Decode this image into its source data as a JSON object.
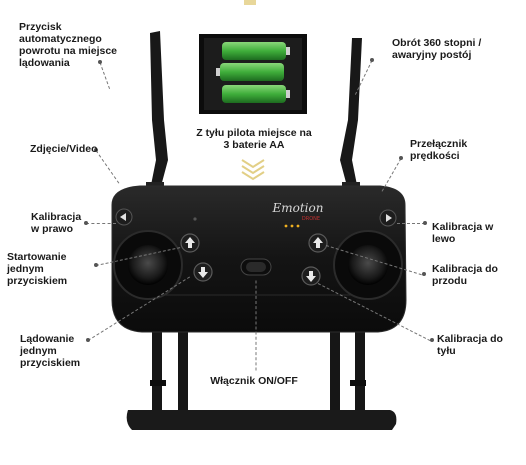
{
  "labels": {
    "return_home": "Przycisk\nautomatycznego\npowrotu na miejsce\nlądowania",
    "rotate_360": "Obrót 360 stopni /\nawaryjny postój",
    "photo_video": "Zdjęcie/Video",
    "speed_switch": "Przełącznik\nprędkości",
    "battery_info": "Z tyłu pilota miejsce na\n3 baterie AA",
    "calib_right": "Kalibracja\nw prawo",
    "calib_left": "Kalibracja w\nlewo",
    "takeoff": "Startowanie\njednym\nprzyciskiem",
    "calib_forward": "Kalibracja do\nprzodu",
    "landing": "Lądowanie\njednym\nprzyciskiem",
    "calib_back": "Kalibracja do\ntyłu",
    "power_switch": "Włącznik ON/OFF"
  },
  "brand": {
    "name": "Emotion",
    "sub": "DRONE"
  },
  "colors": {
    "controller": "#141414",
    "battery": "#3fae3a",
    "arrows": "#e8d79a"
  }
}
